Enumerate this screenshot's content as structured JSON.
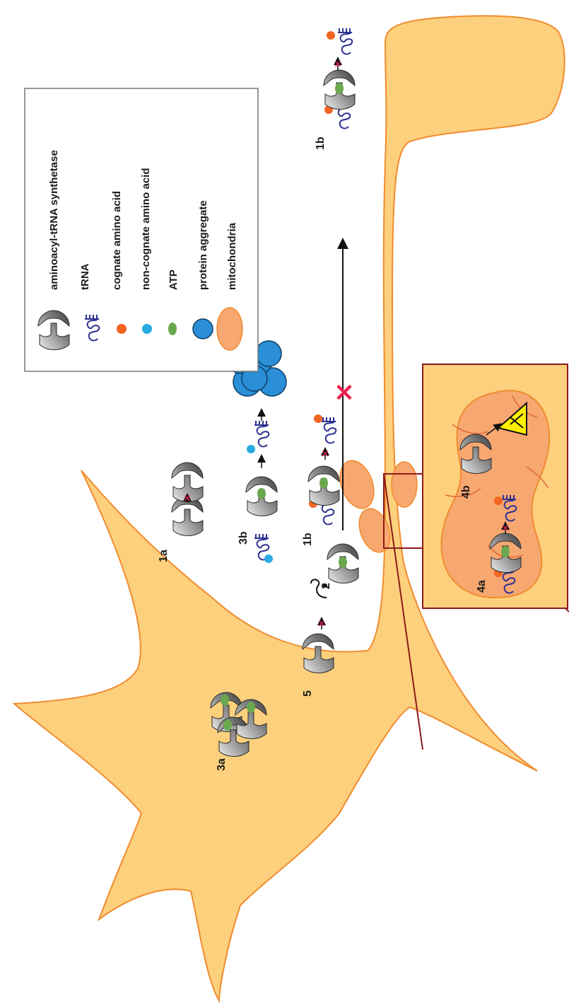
{
  "legend": {
    "items": [
      {
        "icon": "synthetase-icon",
        "label": "aminoacyl-tRNA synthetase"
      },
      {
        "icon": "trna-icon",
        "label": "tRNA"
      },
      {
        "icon": "cognate-amino-acid-icon",
        "label": "cognate amino acid"
      },
      {
        "icon": "non-cognate-amino-acid-icon",
        "label": "non-cognate amino acid"
      },
      {
        "icon": "atp-icon",
        "label": "ATP"
      },
      {
        "icon": "protein-aggregate-icon",
        "label": "protein aggregate"
      },
      {
        "icon": "mitochondria-icon",
        "label": "mitochondria"
      }
    ]
  },
  "labels": {
    "l1a": "1a",
    "l1b_cell": "1b",
    "l1b_axon": "1b",
    "l2": "2",
    "l3a": "3a",
    "l3b": "3b",
    "l4a": "4a",
    "l4b": "4b",
    "l5": "5"
  },
  "colors": {
    "cell_fill": "#fdd07e",
    "cell_stroke": "#f08c2e",
    "cognate": "#f26522",
    "non_cognate": "#29abe2",
    "atp": "#6aa84f",
    "aggregate": "#2a8fd6",
    "trna": "#2e3192",
    "inhibit": "#e8204f",
    "inset_frame": "#8b1a1a",
    "mito_fill": "#f7a770"
  }
}
